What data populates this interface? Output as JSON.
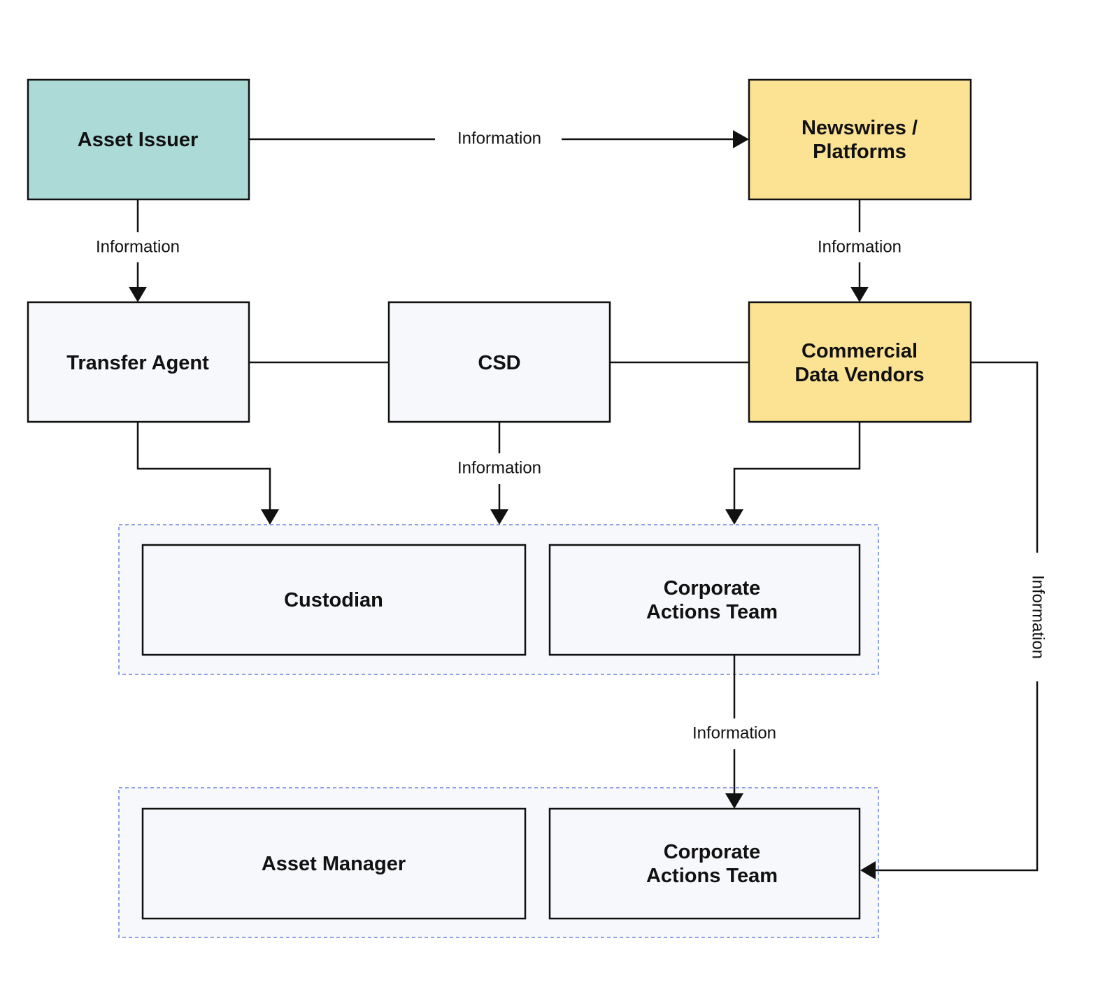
{
  "colors": {
    "issuer_fill": "#acdad7",
    "vendor_fill": "#fce293",
    "default_fill": "#f7f8fc",
    "line": "#111111",
    "group_border": "#6b82e0"
  },
  "nodes": {
    "asset_issuer": {
      "lines": [
        "Asset Issuer"
      ]
    },
    "newswires": {
      "lines": [
        "Newswires /",
        "Platforms"
      ]
    },
    "transfer_agent": {
      "lines": [
        "Transfer Agent"
      ]
    },
    "csd": {
      "lines": [
        "CSD"
      ]
    },
    "data_vendors": {
      "lines": [
        "Commercial",
        "Data Vendors"
      ]
    },
    "custodian": {
      "lines": [
        "Custodian"
      ]
    },
    "custodian_ca_team": {
      "lines": [
        "Corporate",
        "Actions Team"
      ]
    },
    "asset_manager": {
      "lines": [
        "Asset Manager"
      ]
    },
    "manager_ca_team": {
      "lines": [
        "Corporate",
        "Actions Team"
      ]
    }
  },
  "edge_labels": {
    "issuer_to_newswires": "Information",
    "issuer_to_transfer_agent": "Information",
    "newswires_to_vendors": "Information",
    "csd_to_custodian_group": "Information",
    "custodian_team_to_manager_team": "Information",
    "vendors_to_manager_team": "Information"
  }
}
